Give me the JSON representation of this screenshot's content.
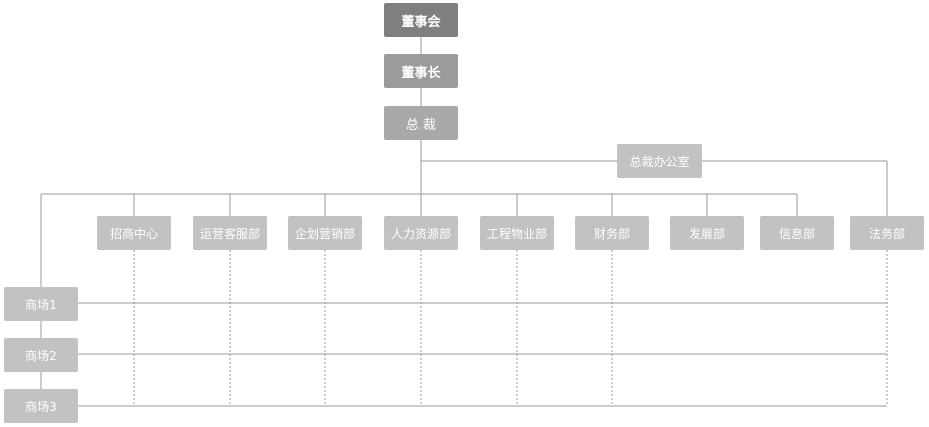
{
  "chart_data": {
    "type": "org-chart",
    "nodes": {
      "board": "董事会",
      "chairman": "董事长",
      "president": "总 裁",
      "president_office": "总裁办公室",
      "departments": [
        "招商中心",
        "运营客服部",
        "企划营销部",
        "人力资源部",
        "工程物业部",
        "财务部",
        "发展部",
        "信息部",
        "法务部"
      ],
      "malls": [
        "商场1",
        "商场2",
        "商场3"
      ]
    },
    "edges": [
      [
        "董事会",
        "董事长"
      ],
      [
        "董事长",
        "总 裁"
      ],
      [
        "总 裁",
        "总裁办公室"
      ],
      [
        "总 裁",
        "招商中心"
      ],
      [
        "总 裁",
        "运营客服部"
      ],
      [
        "总 裁",
        "企划营销部"
      ],
      [
        "总 裁",
        "人力资源部"
      ],
      [
        "总 裁",
        "工程物业部"
      ],
      [
        "总 裁",
        "财务部"
      ],
      [
        "总 裁",
        "发展部"
      ],
      [
        "总 裁",
        "信息部"
      ],
      [
        "总裁办公室",
        "法务部"
      ],
      [
        "总 裁",
        "商场1"
      ],
      [
        "商场1",
        "商场2"
      ],
      [
        "商场2",
        "商场3"
      ]
    ]
  },
  "colors": {
    "board_fill": "#7f7f7f",
    "chairman_fill": "#9b9b9b",
    "node_fill": "#c2c2c2",
    "line": "#999999",
    "text": "#ffffff"
  }
}
